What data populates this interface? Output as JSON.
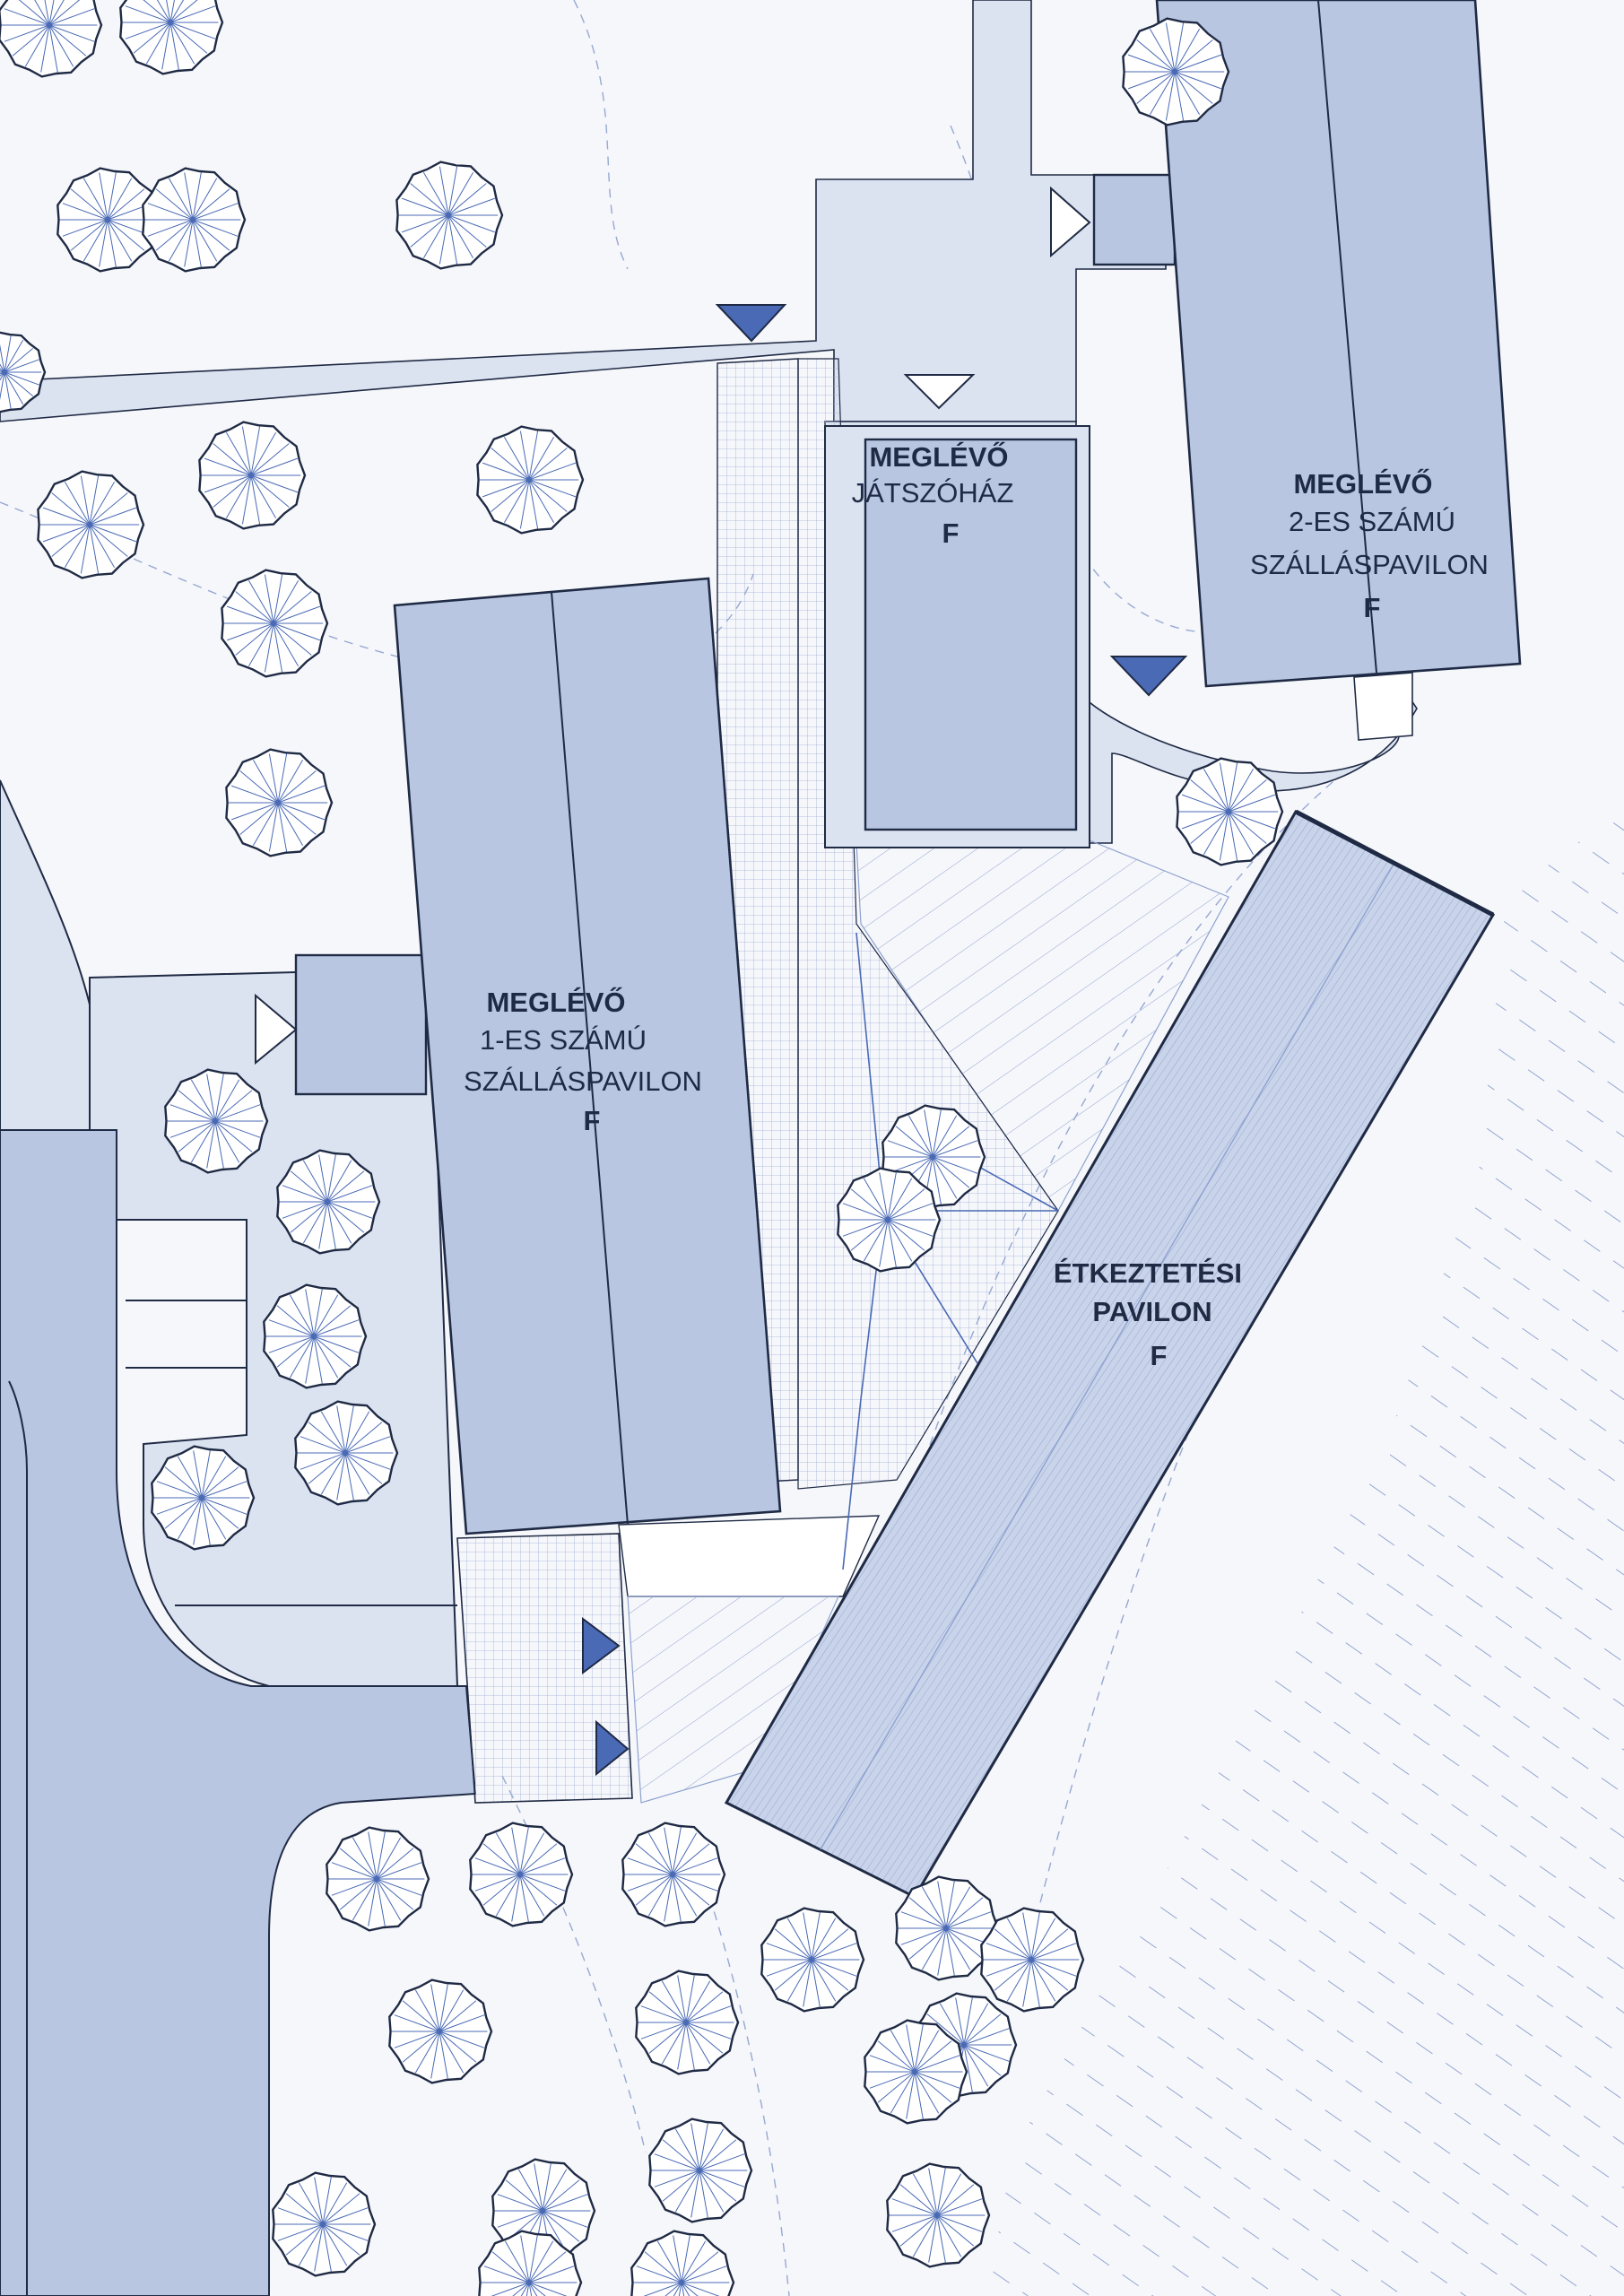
{
  "colors": {
    "background": "#f6f7fb",
    "paved": "#dbe3f1",
    "building_fill": "#b8c6e2",
    "building_stroke": "#1f2a44",
    "road": "#b8c6e2",
    "entrance_marker": "#4a6ab5",
    "tree_stroke": "#1f2a44",
    "tree_rays": "#4a6ab5",
    "contour": "#6e86c0"
  },
  "buildings": {
    "jatszohaz": {
      "title": "MEGLÉVŐ",
      "line1": "JÁTSZÓHÁZ",
      "line2": "",
      "code": "F"
    },
    "szallaspavilon_2": {
      "title": "MEGLÉVŐ",
      "line1": "2-ES SZÁMÚ",
      "line2": "SZÁLLÁSPAVILON",
      "code": "F"
    },
    "szallaspavilon_1": {
      "title": "MEGLÉVŐ",
      "line1": "1-ES SZÁMÚ",
      "line2": "SZÁLLÁSPAVILON",
      "code": "F"
    },
    "etkeztetesi": {
      "title": "ÉTKEZTETÉSI",
      "line1": "PAVILON",
      "line2": "",
      "code": "F"
    }
  },
  "legend_icons": {
    "tree": "tree-canopy-icon",
    "entrance_filled": "entrance-triangle-filled-icon",
    "entrance_open": "entrance-triangle-open-icon"
  }
}
